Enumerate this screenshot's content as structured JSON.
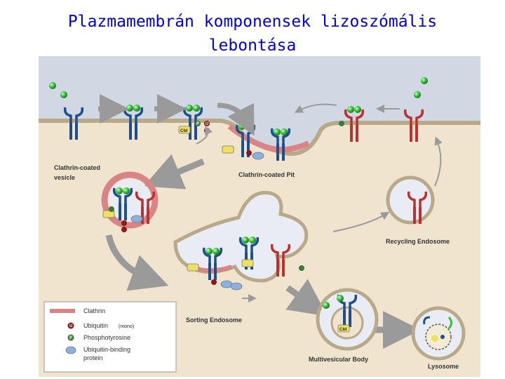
{
  "title": {
    "line1": "Plazmamembrán komponensek lizoszómális",
    "line2": "lebontása"
  },
  "labels": {
    "coated_vesicle_1": "Clathrin-coated",
    "coated_vesicle_2": "vesicle",
    "coated_pit": "Clathrin-coated Pit",
    "recycling": "Recycling Endosome",
    "sorting": "Sorting Endosome",
    "mvb": "Multivesicular Body",
    "lysosome": "Lysosome"
  },
  "legend": {
    "clathrin": "Clathrin",
    "ubiquitin": "Ubiquitin",
    "ubiquitin_note": "(mono)",
    "phospho": "Phosphotyrosine",
    "ubb_1": "Ubiquitin-binding",
    "ubb_2": "protein"
  },
  "symbols": {
    "cbl": "Cbl",
    "p": "P",
    "u": "U"
  },
  "colors": {
    "title": "#0000cc",
    "receptor_blue": "#1d4f8c",
    "receptor_red": "#b83232",
    "clathrin": "#d98585",
    "ligand": "#3cbf3c",
    "cytoplasm": "#f1e4cf",
    "membrane_outside": "#cfd8e3"
  }
}
